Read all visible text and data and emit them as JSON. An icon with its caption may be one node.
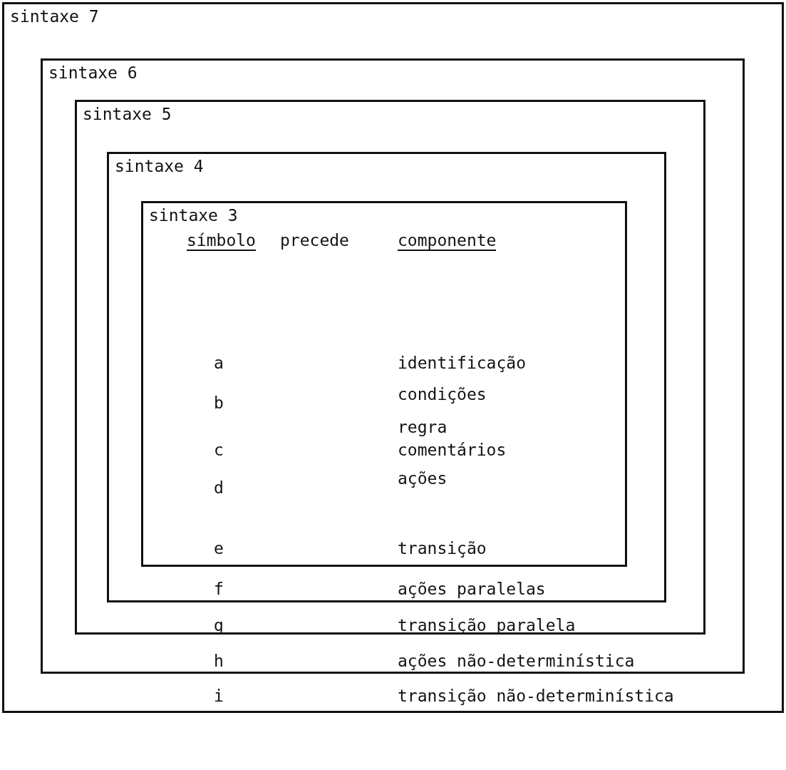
{
  "diagram": {
    "nodes": [
      {
        "text": [
          "sintaxe 7"
        ]
      },
      {
        "text": [
          "sintaxe 6"
        ],
        "in": 0
      },
      {
        "text": [
          "sintaxe 5"
        ],
        "in": 1
      },
      {
        "text": [
          "sintaxe 4"
        ],
        "in": 2
      },
      {
        "text": [
          "sintaxe 3"
        ],
        "in": 3
      }
    ],
    "labels": [
      "símbolo",
      "precede",
      "componente",
      "a",
      "identificação",
      "b",
      "condições",
      "regra",
      "c",
      "comentários",
      "d",
      "ações",
      "e",
      "transição",
      "f",
      "ações paralelas",
      "g",
      "transição paralela",
      "h",
      "ações não-determinística",
      "i",
      "transição não-determinística"
    ]
  }
}
